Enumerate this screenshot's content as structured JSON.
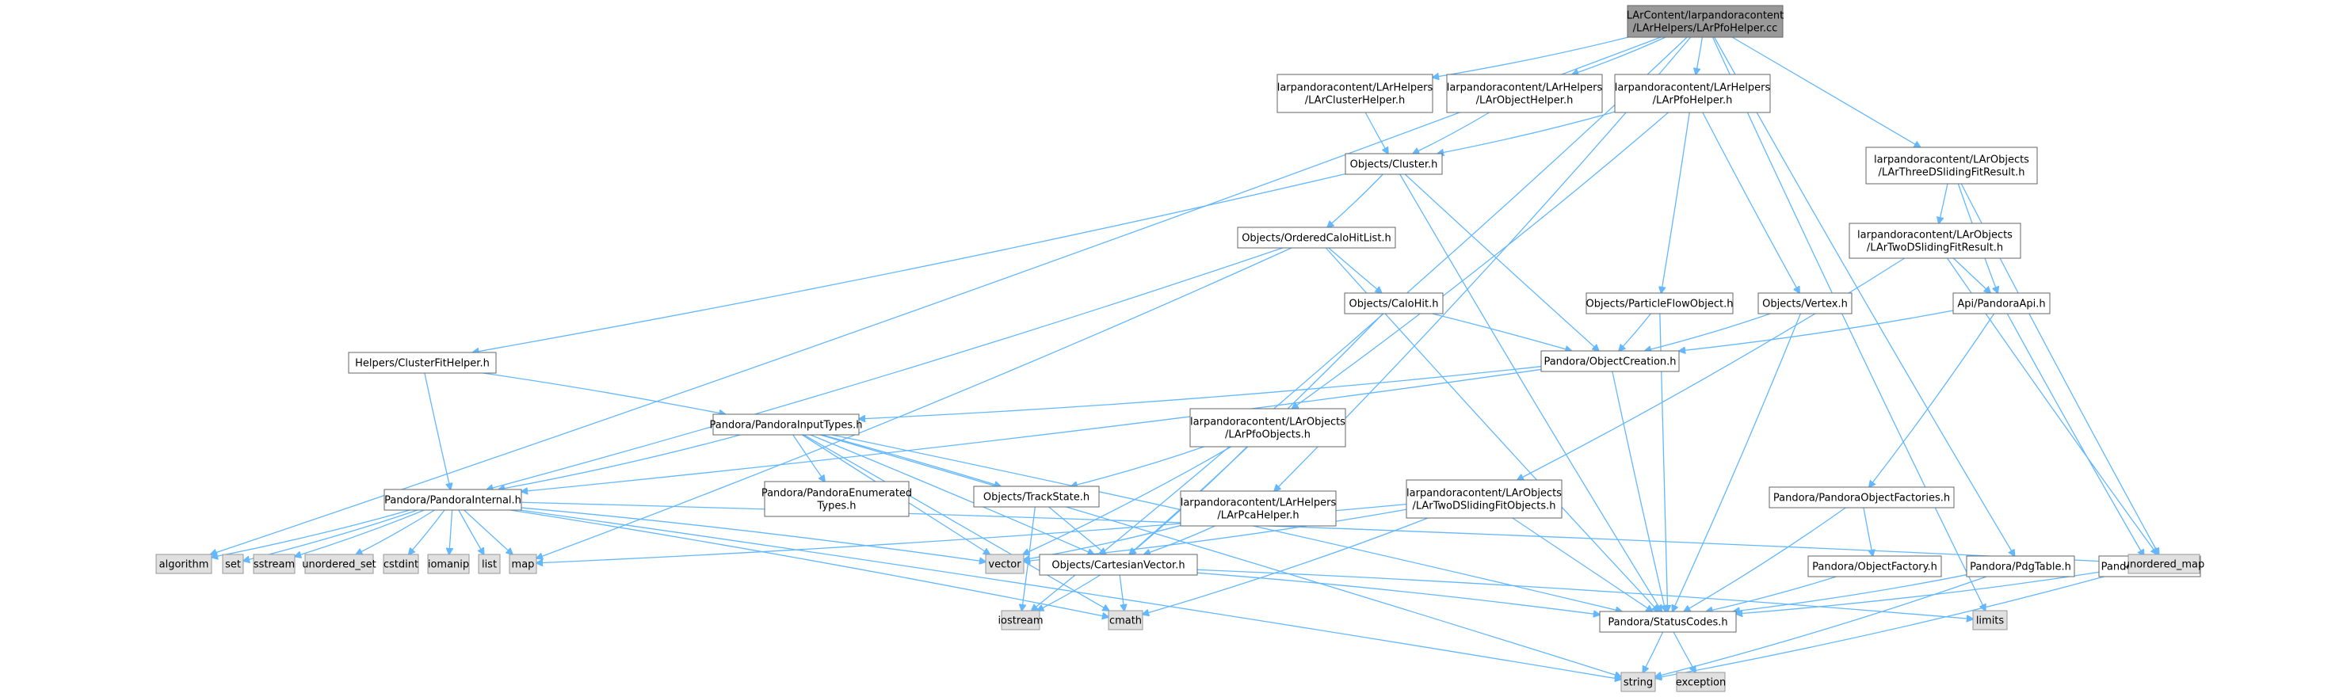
{
  "nodes": [
    {
      "id": "root",
      "kind": "root",
      "lines": [
        "LArContent/larpandoracontent",
        "/LArHelpers/LArPfoHelper.cc"
      ]
    },
    {
      "id": "clusterhelper",
      "kind": "file",
      "lines": [
        "larpandoracontent/LArHelpers",
        "/LArClusterHelper.h"
      ]
    },
    {
      "id": "objecthelper",
      "kind": "file",
      "lines": [
        "larpandoracontent/LArHelpers",
        "/LArObjectHelper.h"
      ]
    },
    {
      "id": "pfohelper",
      "kind": "file",
      "lines": [
        "larpandoracontent/LArHelpers",
        "/LArPfoHelper.h"
      ]
    },
    {
      "id": "threedsliding",
      "kind": "file",
      "lines": [
        "larpandoracontent/LArObjects",
        "/LArThreeDSlidingFitResult.h"
      ]
    },
    {
      "id": "cluster",
      "kind": "file",
      "lines": [
        "Objects/Cluster.h"
      ]
    },
    {
      "id": "twodsliding",
      "kind": "file",
      "lines": [
        "larpandoracontent/LArObjects",
        "/LArTwoDSlidingFitResult.h"
      ]
    },
    {
      "id": "orderedcalo",
      "kind": "file",
      "lines": [
        "Objects/OrderedCaloHitList.h"
      ]
    },
    {
      "id": "calohit",
      "kind": "file",
      "lines": [
        "Objects/CaloHit.h"
      ]
    },
    {
      "id": "particleflow",
      "kind": "file",
      "lines": [
        "Objects/ParticleFlowObject.h"
      ]
    },
    {
      "id": "vertex",
      "kind": "file",
      "lines": [
        "Objects/Vertex.h"
      ]
    },
    {
      "id": "pandoraapi",
      "kind": "file",
      "lines": [
        "Api/PandoraApi.h"
      ]
    },
    {
      "id": "clusterfit",
      "kind": "file",
      "lines": [
        "Helpers/ClusterFitHelper.h"
      ]
    },
    {
      "id": "objectcreation",
      "kind": "file",
      "lines": [
        "Pandora/ObjectCreation.h"
      ]
    },
    {
      "id": "inputtypes",
      "kind": "file",
      "lines": [
        "Pandora/PandoraInputTypes.h"
      ]
    },
    {
      "id": "pfoobjects",
      "kind": "file",
      "lines": [
        "larpandoracontent/LArObjects",
        "/LArPfoObjects.h"
      ]
    },
    {
      "id": "internal",
      "kind": "file",
      "lines": [
        "Pandora/PandoraInternal.h"
      ]
    },
    {
      "id": "enumerated",
      "kind": "file",
      "lines": [
        "Pandora/PandoraEnumerated",
        "Types.h"
      ]
    },
    {
      "id": "trackstate",
      "kind": "file",
      "lines": [
        "Objects/TrackState.h"
      ]
    },
    {
      "id": "pcahelper",
      "kind": "file",
      "lines": [
        "larpandoracontent/LArHelpers",
        "/LArPcaHelper.h"
      ]
    },
    {
      "id": "twodslidingobjects",
      "kind": "file",
      "lines": [
        "larpandoracontent/LArObjects",
        "/LArTwoDSlidingFitObjects.h"
      ]
    },
    {
      "id": "objectfactories",
      "kind": "file",
      "lines": [
        "Pandora/PandoraObjectFactories.h"
      ]
    },
    {
      "id": "cartesian",
      "kind": "file",
      "lines": [
        "Objects/CartesianVector.h"
      ]
    },
    {
      "id": "objectfactory",
      "kind": "file",
      "lines": [
        "Pandora/ObjectFactory.h"
      ]
    },
    {
      "id": "pdgtable",
      "kind": "file",
      "lines": [
        "Pandora/PdgTable.h"
      ]
    },
    {
      "id": "pandora",
      "kind": "file",
      "lines": [
        "Pandora/Pandora.h"
      ]
    },
    {
      "id": "statuscodes",
      "kind": "file",
      "lines": [
        "Pandora/StatusCodes.h"
      ]
    },
    {
      "id": "algorithm",
      "kind": "sys",
      "lines": [
        "algorithm"
      ]
    },
    {
      "id": "set",
      "kind": "sys",
      "lines": [
        "set"
      ]
    },
    {
      "id": "sstream",
      "kind": "sys",
      "lines": [
        "sstream"
      ]
    },
    {
      "id": "unordered_set",
      "kind": "sys",
      "lines": [
        "unordered_set"
      ]
    },
    {
      "id": "cstdint",
      "kind": "sys",
      "lines": [
        "cstdint"
      ]
    },
    {
      "id": "iomanip",
      "kind": "sys",
      "lines": [
        "iomanip"
      ]
    },
    {
      "id": "list",
      "kind": "sys",
      "lines": [
        "list"
      ]
    },
    {
      "id": "map",
      "kind": "sys",
      "lines": [
        "map"
      ]
    },
    {
      "id": "vector",
      "kind": "sys",
      "lines": [
        "vector"
      ]
    },
    {
      "id": "unordered_map",
      "kind": "sys",
      "lines": [
        "unordered_map"
      ]
    },
    {
      "id": "iostream",
      "kind": "sys",
      "lines": [
        "iostream"
      ]
    },
    {
      "id": "cmath",
      "kind": "sys",
      "lines": [
        "cmath"
      ]
    },
    {
      "id": "limits",
      "kind": "sys",
      "lines": [
        "limits"
      ]
    },
    {
      "id": "string",
      "kind": "sys",
      "lines": [
        "string"
      ]
    },
    {
      "id": "exception",
      "kind": "sys",
      "lines": [
        "exception"
      ]
    }
  ],
  "edges": [
    [
      "root",
      "clusterhelper"
    ],
    [
      "root",
      "objecthelper"
    ],
    [
      "root",
      "pfohelper"
    ],
    [
      "root",
      "threedsliding"
    ],
    [
      "root",
      "pdgtable"
    ],
    [
      "root",
      "pcahelper"
    ],
    [
      "root",
      "algorithm"
    ],
    [
      "root",
      "iostream"
    ],
    [
      "root",
      "limits"
    ],
    [
      "clusterhelper",
      "cluster"
    ],
    [
      "objecthelper",
      "cluster"
    ],
    [
      "pfohelper",
      "cluster"
    ],
    [
      "pfohelper",
      "particleflow"
    ],
    [
      "pfohelper",
      "vertex"
    ],
    [
      "pfohelper",
      "pfoobjects"
    ],
    [
      "cluster",
      "orderedcalo"
    ],
    [
      "cluster",
      "clusterfit"
    ],
    [
      "cluster",
      "objectcreation"
    ],
    [
      "cluster",
      "statuscodes"
    ],
    [
      "orderedcalo",
      "calohit"
    ],
    [
      "orderedcalo",
      "internal"
    ],
    [
      "orderedcalo",
      "map"
    ],
    [
      "orderedcalo",
      "statuscodes"
    ],
    [
      "calohit",
      "objectcreation"
    ],
    [
      "calohit",
      "cartesian"
    ],
    [
      "particleflow",
      "objectcreation"
    ],
    [
      "particleflow",
      "statuscodes"
    ],
    [
      "vertex",
      "objectcreation"
    ],
    [
      "vertex",
      "statuscodes"
    ],
    [
      "threedsliding",
      "twodsliding"
    ],
    [
      "threedsliding",
      "pandoraapi"
    ],
    [
      "threedsliding",
      "unordered_map"
    ],
    [
      "twodsliding",
      "pandoraapi"
    ],
    [
      "twodsliding",
      "twodslidingobjects"
    ],
    [
      "twodsliding",
      "unordered_map"
    ],
    [
      "pandoraapi",
      "objectcreation"
    ],
    [
      "pandoraapi",
      "objectfactories"
    ],
    [
      "pandoraapi",
      "pandora"
    ],
    [
      "objectcreation",
      "inputtypes"
    ],
    [
      "objectcreation",
      "internal"
    ],
    [
      "objectcreation",
      "statuscodes"
    ],
    [
      "clusterfit",
      "inputtypes"
    ],
    [
      "clusterfit",
      "internal"
    ],
    [
      "inputtypes",
      "internal"
    ],
    [
      "inputtypes",
      "enumerated"
    ],
    [
      "inputtypes",
      "trackstate"
    ],
    [
      "inputtypes",
      "cartesian"
    ],
    [
      "inputtypes",
      "statuscodes"
    ],
    [
      "inputtypes",
      "vector"
    ],
    [
      "inputtypes",
      "cmath"
    ],
    [
      "inputtypes",
      "string"
    ],
    [
      "pfoobjects",
      "trackstate"
    ],
    [
      "pfoobjects",
      "cartesian"
    ],
    [
      "pfoobjects",
      "vector"
    ],
    [
      "internal",
      "algorithm"
    ],
    [
      "internal",
      "set"
    ],
    [
      "internal",
      "sstream"
    ],
    [
      "internal",
      "unordered_set"
    ],
    [
      "internal",
      "cstdint"
    ],
    [
      "internal",
      "iomanip"
    ],
    [
      "internal",
      "list"
    ],
    [
      "internal",
      "map"
    ],
    [
      "internal",
      "vector"
    ],
    [
      "internal",
      "unordered_map"
    ],
    [
      "internal",
      "cmath"
    ],
    [
      "internal",
      "string"
    ],
    [
      "trackstate",
      "cartesian"
    ],
    [
      "trackstate",
      "iostream"
    ],
    [
      "pcahelper",
      "cartesian"
    ],
    [
      "pcahelper",
      "vector"
    ],
    [
      "twodslidingobjects",
      "statuscodes"
    ],
    [
      "twodslidingobjects",
      "cmath"
    ],
    [
      "twodslidingobjects",
      "map"
    ],
    [
      "twodslidingobjects",
      "vector"
    ],
    [
      "objectfactories",
      "objectfactory"
    ],
    [
      "objectfactories",
      "statuscodes"
    ],
    [
      "cartesian",
      "statuscodes"
    ],
    [
      "cartesian",
      "iostream"
    ],
    [
      "cartesian",
      "cmath"
    ],
    [
      "cartesian",
      "limits"
    ],
    [
      "objectfactory",
      "statuscodes"
    ],
    [
      "pdgtable",
      "statuscodes"
    ],
    [
      "pdgtable",
      "string"
    ],
    [
      "pandora",
      "statuscodes"
    ],
    [
      "pandora",
      "string"
    ],
    [
      "statuscodes",
      "string"
    ],
    [
      "statuscodes",
      "exception"
    ]
  ]
}
